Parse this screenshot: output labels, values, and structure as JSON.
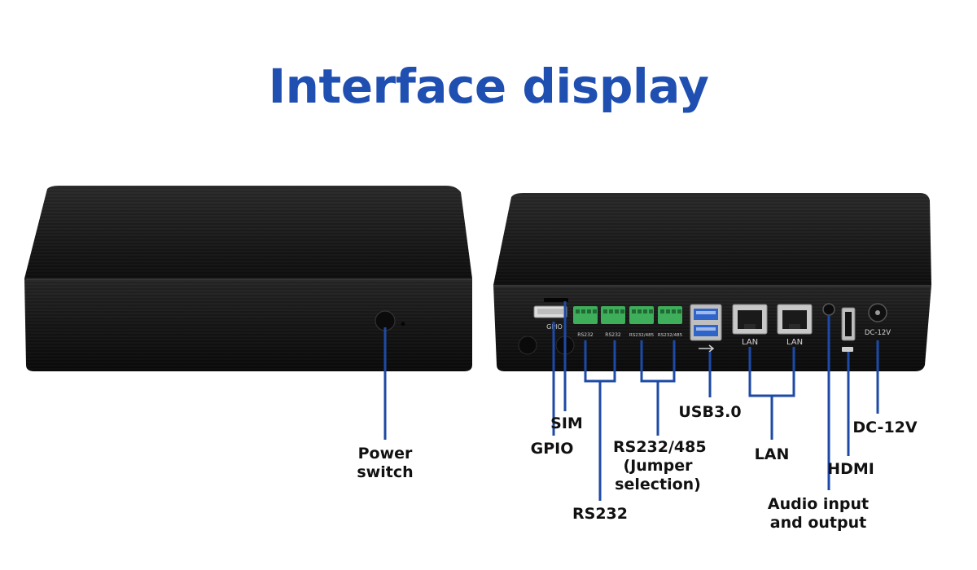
{
  "title": "Interface display",
  "colors": {
    "title": "#1f4fb0",
    "leader": "#1d4aa6",
    "device_body": "#1b1b1b",
    "device_top": "#121212",
    "terminal_green": "#3fae5a",
    "usb_blue": "#2f64c8"
  },
  "port_markings": {
    "gpio": "GPIO",
    "lan_left": "LAN",
    "lan_right": "LAN",
    "dc": "DC-12V",
    "terminal_1": "RS232",
    "terminal_2": "RS232",
    "terminal_3": "RS232/485",
    "terminal_4": "RS232/485"
  },
  "callouts": {
    "power_switch": {
      "line1": "Power",
      "line2": "switch"
    },
    "gpio": "GPIO",
    "sim": "SIM",
    "rs232": "RS232",
    "rs232_485": {
      "line1": "RS232/485",
      "line2": "(Jumper",
      "line3": "selection)"
    },
    "usb3": "USB3.0",
    "lan": "LAN",
    "audio": {
      "line1": "Audio input",
      "line2": "and output"
    },
    "hdmi": "HDMI",
    "dc": "DC-12V"
  }
}
